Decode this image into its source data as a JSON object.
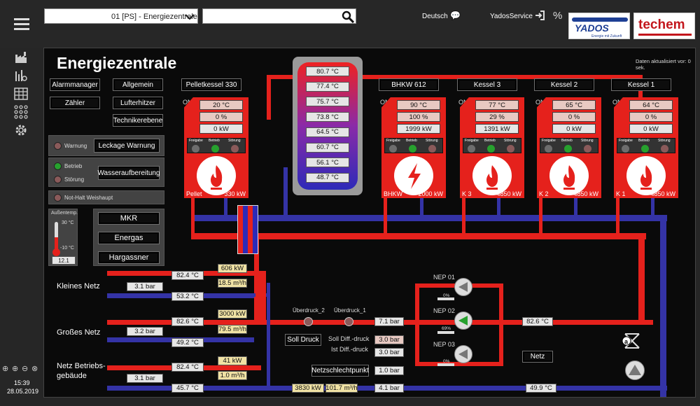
{
  "topbar": {
    "selector": "01 [PS] - Energiezentrale",
    "language": "Deutsch",
    "user": "YadosService",
    "percent": "%",
    "logo1": "YADOS",
    "logo1_tag": "Energie mit Zukunft",
    "logo2": "techem"
  },
  "sidebar": {
    "time": "15:39",
    "date": "28.05.2019"
  },
  "page": {
    "title": "Energiezentrale",
    "updated": "Daten aktualisiert vor: 0 sek."
  },
  "menu": {
    "alarm": "Alarmmanager",
    "general": "Allgemein",
    "counter": "Zähler",
    "air": "Lufterhitzer",
    "tech": "Technikerebene"
  },
  "status": {
    "warning": "Warnung",
    "leak": "Leckage Warnung",
    "operation": "Betrieb",
    "fault": "Störung",
    "water": "Wasseraufbereitung",
    "emergency": "Not-Halt Weishaupt"
  },
  "outside": {
    "label": "Außentemp.",
    "t30": "30 °C",
    "tm10": "-10 °C",
    "value": "12.1"
  },
  "gas": {
    "mkr": "MKR",
    "energas": "Energas",
    "hargassner": "Hargassner"
  },
  "storage": [
    "80.7 °C",
    "77.4 °C",
    "75.7 °C",
    "73.8 °C",
    "64.5 °C",
    "60.7 °C",
    "56.1 °C",
    "48.7 °C"
  ],
  "lamps": {
    "release": "Freigabe",
    "run": "Betrieb",
    "fault": "Störung"
  },
  "boilers": [
    {
      "name": "Pelletkessel 330",
      "on": "ON",
      "temp": "20 °C",
      "pct": "0 %",
      "kw": "0 kW",
      "type": "Pellet",
      "cap": "330 kW",
      "icon": "pellet-flame-icon"
    },
    {
      "name": "BHKW 612",
      "on": "ON",
      "temp": "90 °C",
      "pct": "100 %",
      "kw": "1999 kW",
      "type": "BHKW",
      "cap": "2000 kW",
      "icon": "lightning-icon"
    },
    {
      "name": "Kessel 3",
      "on": "ON",
      "temp": "77 °C",
      "pct": "29 %",
      "kw": "1391 kW",
      "type": "K 3",
      "cap": "4850 kW",
      "icon": "flame-icon"
    },
    {
      "name": "Kessel 2",
      "on": "ON",
      "temp": "65 °C",
      "pct": "0 %",
      "kw": "0 kW",
      "type": "K 2",
      "cap": "4850 kW",
      "icon": "flame-icon"
    },
    {
      "name": "Kessel 1",
      "on": "ON",
      "temp": "64 °C",
      "pct": "0 %",
      "kw": "0 kW",
      "type": "K 1",
      "cap": "4850 kW",
      "icon": "flame-icon"
    }
  ],
  "nets": {
    "small": {
      "label": "Kleines Netz",
      "supply": "82.4 °C",
      "return": "53.2 °C",
      "pressure": "3.1 bar",
      "power": "606 kW",
      "flow": "18.5 m³/h"
    },
    "large": {
      "label": "Großes Netz",
      "supply": "82.6 °C",
      "return": "49.2 °C",
      "pressure": "3.2 bar",
      "power": "3000 kW",
      "flow": "79.5 m³/h"
    },
    "building": {
      "label": "Netz Betriebs-gebäude",
      "supply": "82.4 °C",
      "return": "45.7 °C",
      "pressure": "3.1 bar",
      "power": "41 kW",
      "flow": "1.0 m³/h"
    }
  },
  "pressure": {
    "over2": "Überdruck_2",
    "over1": "Überdruck_1",
    "p1": "7.1 bar",
    "soll_btn": "Soll Druck",
    "soll_diff": "Soll Diff.-druck",
    "ist_diff": "Ist Diff.-druck",
    "soll_val": "3.0 bar",
    "ist_val": "3.0 bar",
    "worst": "Netzschlechtpunkt",
    "worst_val": "1.0 bar",
    "total_power": "3830 kW",
    "total_flow": "101.7 m³/h",
    "p2": "4.1 bar"
  },
  "pumps": {
    "nep01": "NEP 01",
    "nep02": "NEP 02",
    "nep03": "NEP 03",
    "s01": "0%",
    "s02": "69%",
    "s03": "0%",
    "out_temp": "82.6 °C",
    "netz_btn": "Netz",
    "return_temp": "49.9 °C"
  }
}
